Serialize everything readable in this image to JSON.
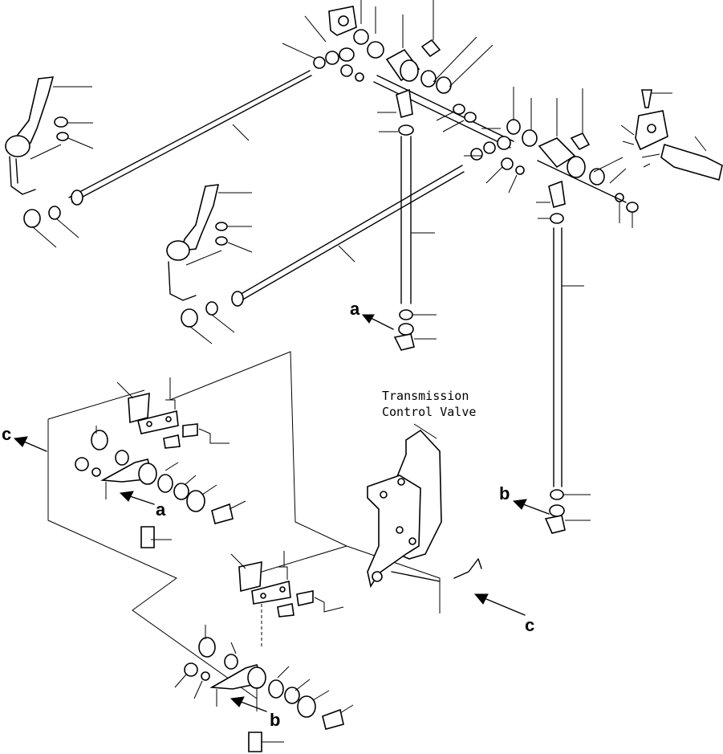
{
  "annotation": {
    "line1": "Transmission",
    "line2": "Control Valve"
  },
  "callouts": {
    "a_top": "a",
    "a_bottom": "a",
    "b_right": "b",
    "b_bottom": "b",
    "c_left": "c",
    "c_right": "c"
  }
}
